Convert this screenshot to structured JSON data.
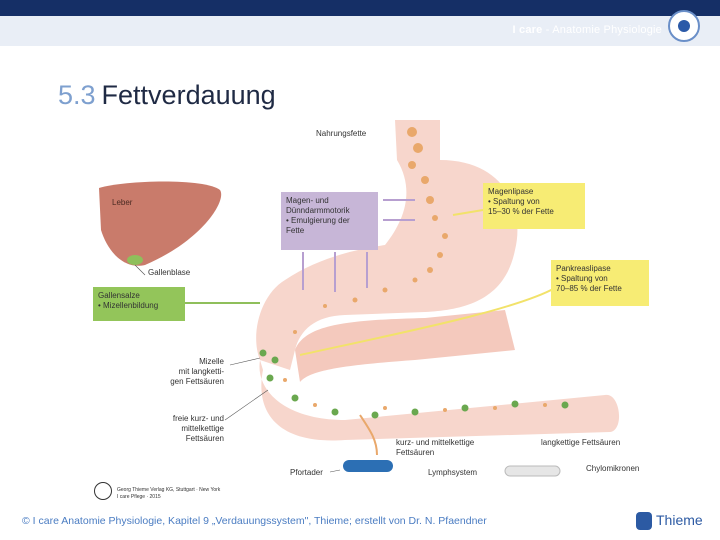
{
  "header": {
    "brand_main": "I care",
    "brand_tail": " - Anatomie Physiologie",
    "logo_icon": "eye-logo-icon"
  },
  "title": {
    "number": "5.3",
    "text": "Fettverdauung"
  },
  "diagram": {
    "food_fat": "Nahrungsfette",
    "liver": "Leber",
    "gallbladder": "Gallenblase",
    "bile_salts": [
      "Gallensalze",
      "• Mizellenbildung"
    ],
    "motility": [
      "Magen- und",
      "Dünndarmmotorik",
      "• Emulgierung der",
      "  Fette"
    ],
    "gastric_lipase": [
      "Magenlipase",
      "• Spaltung von",
      "  15–30 % der Fette"
    ],
    "pancreatic_lipase": [
      "Pankreaslipase",
      "• Spaltung von",
      "  70–85 % der Fette"
    ],
    "micelle": [
      "Mizelle",
      "mit langketti-",
      "gen Fettsäuren"
    ],
    "free_fa": [
      "freie kurz- und",
      "mittelkettige",
      "Fettsäuren"
    ],
    "short_medium_fa": [
      "kurz- und mittelkettige",
      "Fettsäuren"
    ],
    "long_fa": "langkettige Fettsäuren",
    "portal_vein": "Pfortader",
    "lymph": "Lymphsystem",
    "chylomicrons": "Chylomikronen"
  },
  "credit": {
    "line1": "Georg Thieme Verlag KG, Stuttgart · New York",
    "line2": "I care Pflege · 2015"
  },
  "footer": {
    "citation": "© I care Anatomie Physiologie, Kapitel 9 „Verdauungssystem\", Thieme; erstellt von Dr. N. Pfaendner",
    "publisher": "Thieme",
    "publisher_icon": "thieme-logo-icon"
  },
  "colors": {
    "topbar": "#152f66",
    "brandbar": "#e9eef6",
    "title_number": "#7ea0cf",
    "footer_text": "#4a7cc2",
    "stomach": "#f7d6cc",
    "liver": "#c97b6b",
    "droplet": "#e9a86b",
    "micelle": "#6aa84f",
    "purple_box": "#c7b6d7",
    "yellow_box": "#f7ec74",
    "green_box": "#93c55a",
    "portal_vein": "#2c6fb4"
  }
}
